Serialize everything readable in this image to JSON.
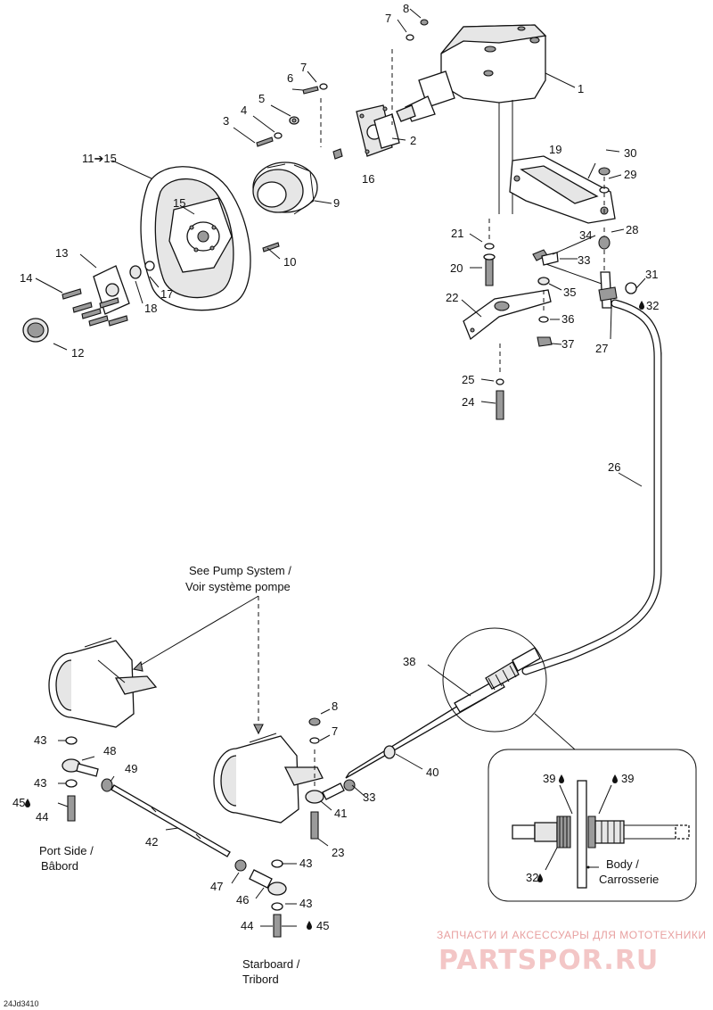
{
  "labels": {
    "p1": "1",
    "p2": "2",
    "p3": "3",
    "p4": "4",
    "p5": "5",
    "p6": "6",
    "p7a": "7",
    "p8a": "8",
    "p9": "9",
    "p10": "10",
    "p11": "11➔15",
    "p12": "12",
    "p13": "13",
    "p14": "14",
    "p15": "15",
    "p16": "16",
    "p17": "17",
    "p18": "18",
    "p19": "19",
    "p20": "20",
    "p21": "21",
    "p22": "22",
    "p23": "23",
    "p24": "24",
    "p25": "25",
    "p26": "26",
    "p27": "27",
    "p28": "28",
    "p29": "29",
    "p30": "30",
    "p31": "31",
    "p32": "32",
    "p33": "33",
    "p33b": "33",
    "p34": "34",
    "p35": "35",
    "p36": "36",
    "p37": "37",
    "p38": "38",
    "p39a": "39",
    "p39b": "39",
    "p40": "40",
    "p41": "41",
    "p42": "42",
    "p43a": "43",
    "p43b": "43",
    "p43c": "43",
    "p43d": "43",
    "p44a": "44",
    "p44b": "44",
    "p45a": "45",
    "p45b": "45",
    "p46": "46",
    "p47": "47",
    "p48": "48",
    "p49": "49",
    "p7b": "7",
    "p8b": "8",
    "p32b": "32"
  },
  "notes": {
    "pump_line1": "See Pump System /",
    "pump_line2": "Voir système pompe",
    "port_line1": "Port Side /",
    "port_line2": "Bâbord",
    "starboard_line1": "Starboard /",
    "starboard_line2": "Tribord",
    "body_line1": "Body /",
    "body_line2": "Carrosserie"
  },
  "footer": {
    "code": "24Jd3410"
  },
  "watermark": {
    "line1": "ЗАПЧАСТИ И АКСЕССУАРЫ ДЛЯ МОТОТЕХНИКИ",
    "line2": "PARTSPOR.RU"
  }
}
